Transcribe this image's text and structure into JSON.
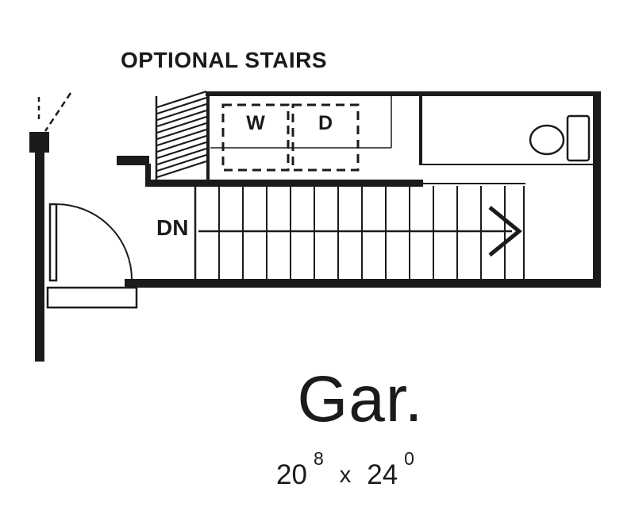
{
  "meta": {
    "background": "#ffffff",
    "ink": "#1b1b1b"
  },
  "labels": {
    "optional_stairs": "OPTIONAL STAIRS",
    "washer": "W",
    "dryer": "D",
    "down": "DN"
  },
  "room": {
    "name": "Gar.",
    "dim_width_ft": "20",
    "dim_width_in": "8",
    "dim_separator": "x",
    "dim_depth_ft": "24",
    "dim_depth_in": "0"
  }
}
